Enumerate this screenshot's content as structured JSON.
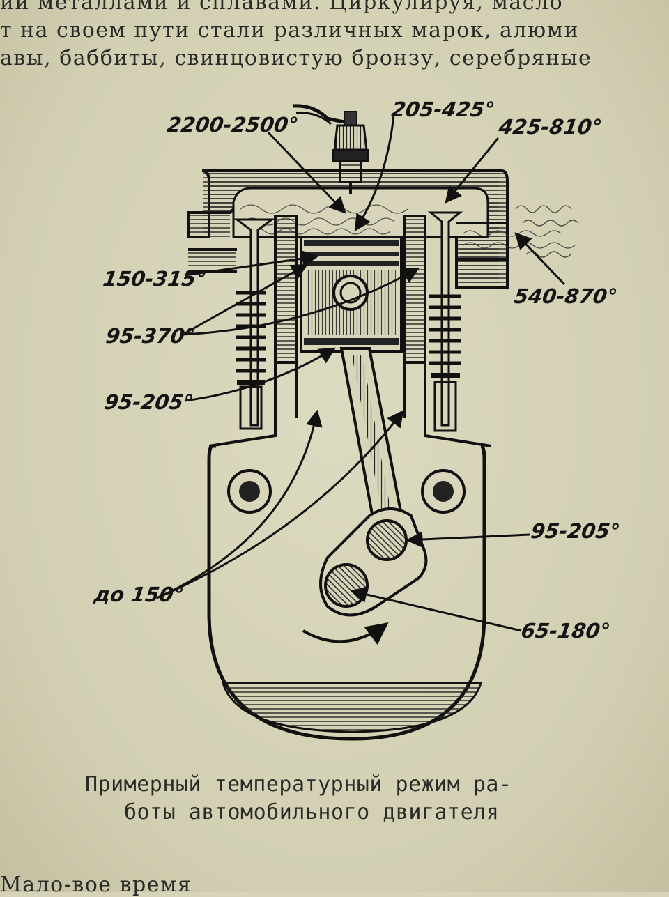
{
  "body_text": {
    "line1": "ии металлами и сплавами. Циркулируя, масло",
    "line2": "т на своем пути стали различных марок, алюми",
    "line3": "авы, баббиты, свинцовистую бронзу, серебряные",
    "line4": "Мало-вое время"
  },
  "figure": {
    "caption_line1": "Примерный температурный режим ра-",
    "caption_line2": "боты автомобильного двигателя",
    "labels": {
      "combustion": "2200-2500°",
      "piston_top": "205-425°",
      "exhaust_valve": "425-810°",
      "top_ring": "150-315°",
      "exhaust_gas": "540-870°",
      "rings_walls": "95-370°",
      "piston_skirt": "95-205°",
      "crank_pin": "95-205°",
      "crankcase": "до 150°",
      "main_bearing": "65-180°"
    }
  }
}
